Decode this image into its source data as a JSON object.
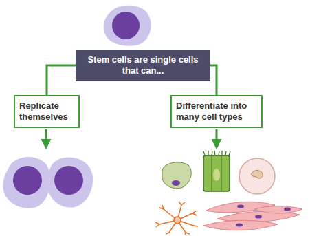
{
  "diagram": {
    "nodes": [
      {
        "text": [
          "Stem cells are single cells that can..."
        ]
      },
      {
        "text": [
          "Replicate themselves"
        ]
      },
      {
        "text": [
          "Differentiate into many cell types"
        ]
      }
    ],
    "edges": [
      {
        "from": 0,
        "to": 1,
        "arrow": "none"
      },
      {
        "from": 0,
        "to": 2,
        "arrow": "none"
      }
    ]
  }
}
